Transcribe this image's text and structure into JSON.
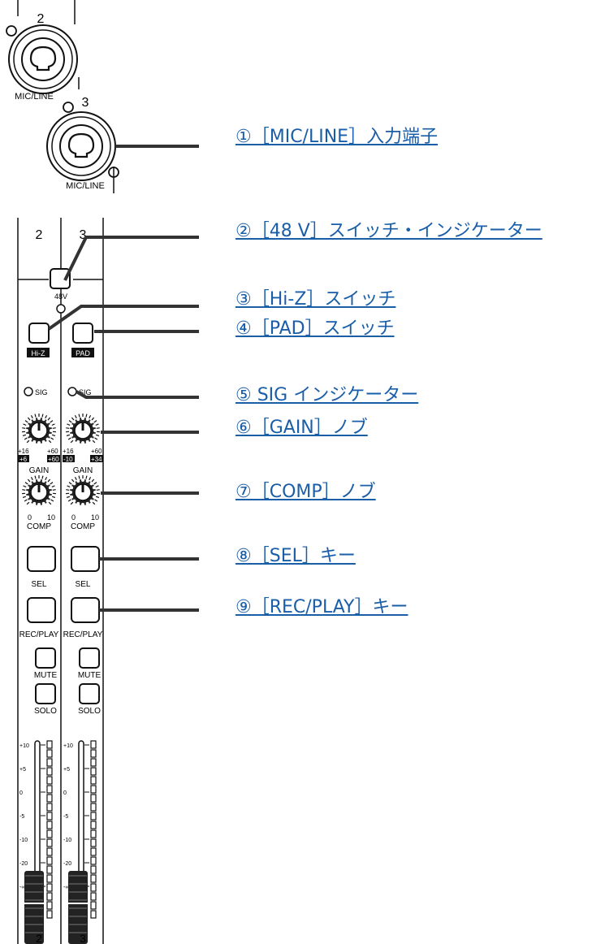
{
  "jacks": [
    {
      "channel": "2",
      "label": "MIC/LINE"
    },
    {
      "channel": "3",
      "label": "MIC/LINE"
    }
  ],
  "strip": {
    "channels": [
      "2",
      "3"
    ],
    "phantom_label": "48V",
    "hiz_label": "Hi-Z",
    "pad_label": "PAD",
    "sig_label": "SIG",
    "gain_label": "GAIN",
    "gain_scale": [
      {
        "min": "+16",
        "min_alt": "+6",
        "max": "+60",
        "max_alt": "+60"
      },
      {
        "min": "+16",
        "min_alt": "-10",
        "max": "+60",
        "max_alt": "+34"
      }
    ],
    "comp_label": "COMP",
    "comp_scale": {
      "min": "0",
      "max": "10"
    },
    "sel_label": "SEL",
    "recplay_label": "REC/PLAY",
    "mute_label": "MUTE",
    "solo_label": "SOLO",
    "fader_scale": [
      "+10",
      "+5",
      "0",
      "-5",
      "-10",
      "-20",
      "-∞"
    ]
  },
  "callouts": [
    {
      "text": "①［MIC/LINE］入力端子"
    },
    {
      "text": "②［48 V］スイッチ・インジケーター"
    },
    {
      "text": "③［Hi-Z］スイッチ"
    },
    {
      "text": "④［PAD］スイッチ"
    },
    {
      "text": "⑤ SIG インジケーター"
    },
    {
      "text": "⑥［GAIN］ノブ"
    },
    {
      "text": "⑦［COMP］ノブ"
    },
    {
      "text": "⑧［SEL］キー"
    },
    {
      "text": "⑨［REC/PLAY］キー"
    }
  ],
  "colors": {
    "link": "#1a5ea8",
    "line": "#333333"
  }
}
